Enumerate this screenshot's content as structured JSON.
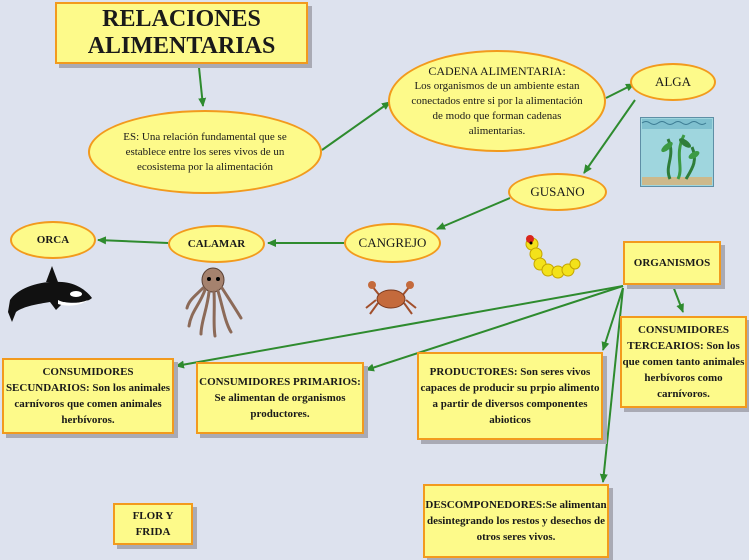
{
  "title": {
    "line1": "RELACIONES",
    "line2": "ALIMENTARIAS"
  },
  "nodes": {
    "es": "ES: Una relación fundamental que se establece entre los seres vivos de un ecosistema por la alimentación",
    "cadena_title": "CADENA ALIMENTARIA:",
    "cadena_text": "Los organismos de un ambiente estan conectados entre si por la alimentación de modo que forman cadenas alimentarias.",
    "alga": "ALGA",
    "gusano": "GUSANO",
    "cangrejo": "CANGREJO",
    "calamar": "CALAMAR",
    "orca": "ORCA",
    "organismos": "ORGANISMOS",
    "secundarios": "CONSUMIDORES SECUNDARIOS: Son los animales carnívoros que comen animales herbívoros.",
    "primarios": "CONSUMIDORES PRIMARIOS: Se alimentan de organismos productores.",
    "productores": "PRODUCTORES: Son seres vivos capaces de producir su prpio alimento a partir de diversos componentes abioticos",
    "terciarios": "CONSUMIDORES TERCEARIOS: Son los que comen tanto animales herbívoros como carnívoros.",
    "descomponedores": "DESCOMPONEDORES:Se alimentan desintegrando los restos y desechos de otros seres vivos.",
    "autores": "FLOR Y FRIDA"
  },
  "colors": {
    "background": "#dde2ee",
    "fill": "#fdfa8a",
    "border": "#f29a1d",
    "arrow": "#2e8b2e"
  }
}
